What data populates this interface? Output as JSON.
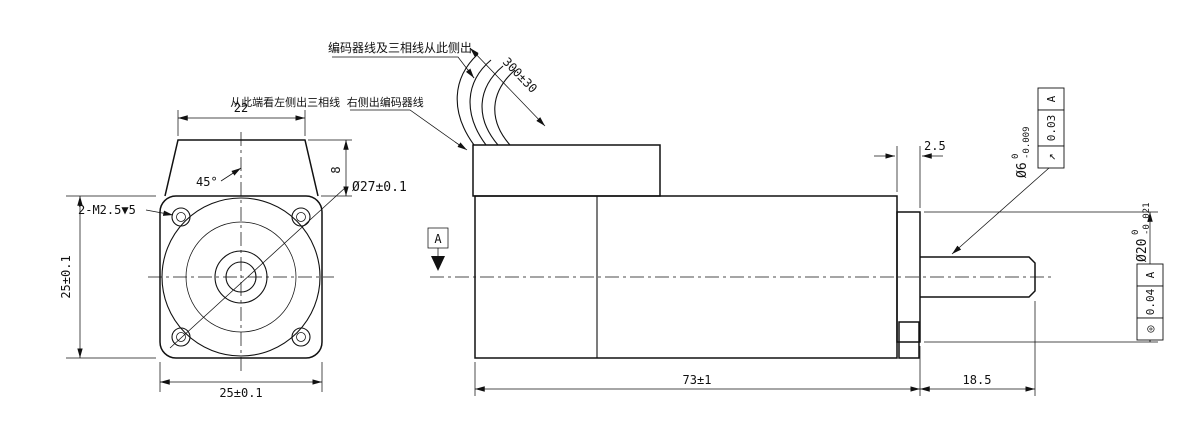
{
  "drawing": {
    "notes": {
      "encoder_exit": "编码器线及三相线从此侧出",
      "wire_sides": "从此端看左侧出三相线  右侧出编码器线",
      "cable_length": "300±30"
    },
    "front_view": {
      "dim_top_width": "22",
      "dim_housing_height": "8",
      "angle_chamfer": "45°",
      "note_tapped_holes": "2-M2.5▼5",
      "dim_height": "25±0.1",
      "dim_width": "25±0.1",
      "dia_corner": "Ø27±0.1"
    },
    "side_view": {
      "dim_body_length": "73±1",
      "dim_shaft_length": "18.5",
      "dim_boss_length": "2.5",
      "datum_label": "A",
      "shaft_dia": {
        "base": "Ø6",
        "upper": "0",
        "lower": "-0.009"
      },
      "runout_frame": {
        "symbol": "↗",
        "value": "0.03",
        "datum": "A"
      },
      "boss_dia": {
        "base": "Ø20",
        "upper": "0",
        "lower": "-0.021"
      },
      "concentricity_frame": {
        "symbol": "◎",
        "value": "0.04",
        "datum": "A"
      }
    }
  }
}
